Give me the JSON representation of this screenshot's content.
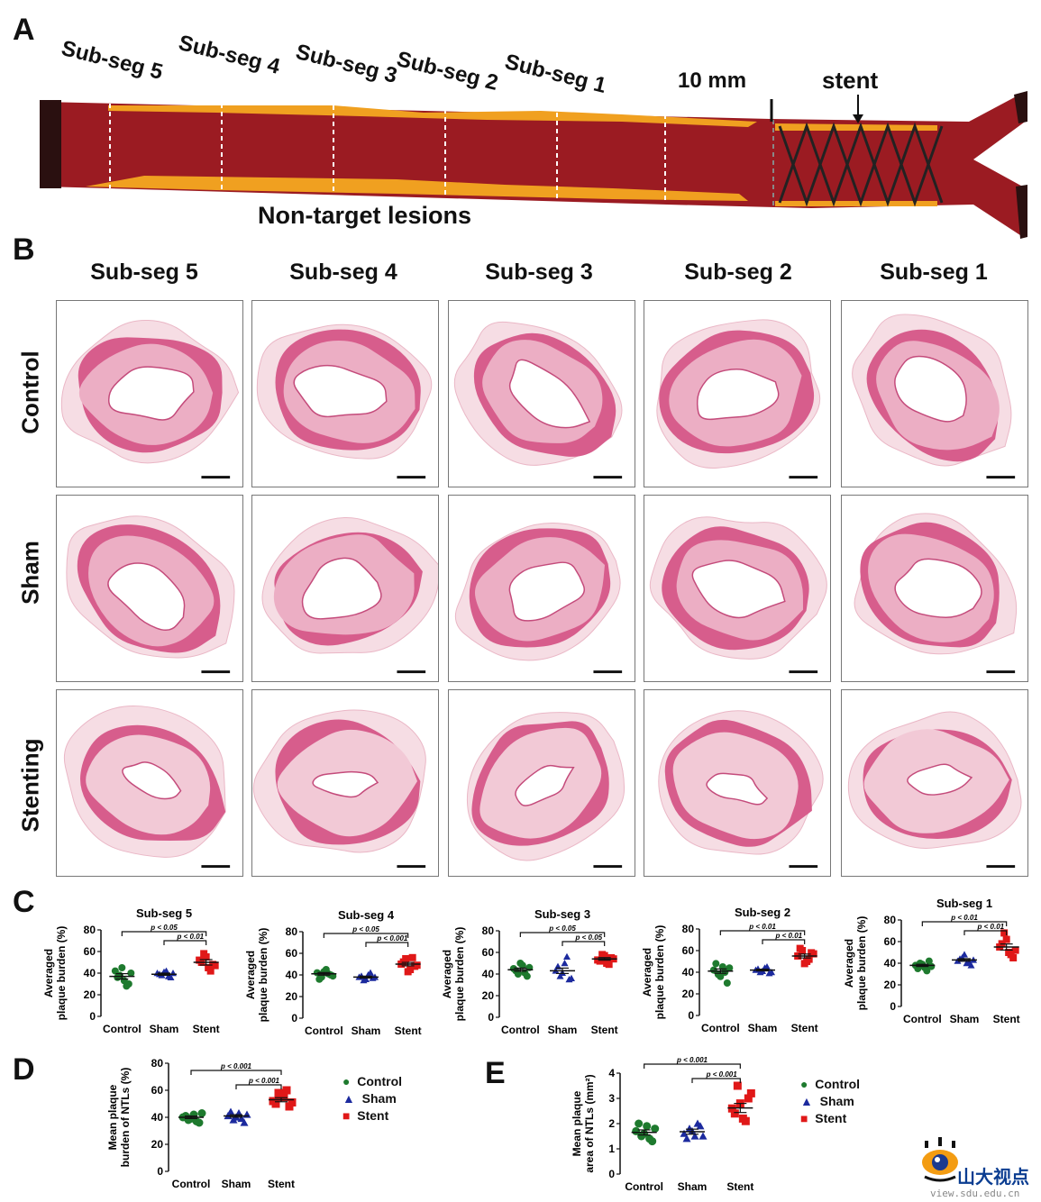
{
  "panelA": {
    "letter": "A",
    "subsegs": [
      "Sub-seg 5",
      "Sub-seg 4",
      "Sub-seg 3",
      "Sub-seg 2",
      "Sub-seg 1"
    ],
    "length_label": "10 mm",
    "stent_label": "stent",
    "lesions_label": "Non-target lesions",
    "colors": {
      "vessel": "#9b1b22",
      "plaque": "#f0a020",
      "stent": "#222222"
    }
  },
  "panelB": {
    "letter": "B",
    "columns": [
      "Sub-seg 5",
      "Sub-seg 4",
      "Sub-seg 3",
      "Sub-seg 2",
      "Sub-seg 1"
    ],
    "rows": [
      "Control",
      "Sham",
      "Stenting"
    ]
  },
  "panelC": {
    "letter": "C",
    "groups": [
      "Control",
      "Sham",
      "Stent"
    ],
    "ylabel_line1": "Averaged",
    "ylabel_line2": "plaque burden (%)",
    "charts": [
      {
        "title": "Sub-seg 5",
        "sig_outer": "p < 0.05",
        "sig_inner": "p < 0.01"
      },
      {
        "title": "Sub-seg 4",
        "sig_outer": "p < 0.05",
        "sig_inner": "p < 0.001"
      },
      {
        "title": "Sub-seg 3",
        "sig_outer": "p < 0.05",
        "sig_inner": "p < 0.05"
      },
      {
        "title": "Sub-seg 2",
        "sig_outer": "p < 0.01",
        "sig_inner": "p < 0.01"
      },
      {
        "title": "Sub-seg 1",
        "sig_outer": "p < 0.01",
        "sig_inner": "p < 0.01"
      }
    ]
  },
  "panelD": {
    "letter": "D",
    "ylabel_line1": "Mean plaque",
    "ylabel_line2": "burden of NTLs (%)",
    "sig_outer": "p < 0.001",
    "sig_inner": "p < 0.001",
    "legend": [
      "Control",
      "Sham",
      "Stent"
    ]
  },
  "panelE": {
    "letter": "E",
    "ylabel_line1": "Mean plaque",
    "ylabel_line2": "area of NTLs (mm²)",
    "sig_outer": "p < 0.001",
    "sig_inner": "p < 0.001",
    "legend": [
      "Control",
      "Sham",
      "Stent"
    ]
  },
  "colors": {
    "control": "#1e7a2e",
    "sham": "#1c2a9e",
    "stent": "#e01818"
  },
  "logo": {
    "text": "山大视点",
    "url": "view.sdu.edu.cn"
  },
  "chart_data": [
    {
      "type": "scatter",
      "title": "Sub-seg 5",
      "categories": [
        "Control",
        "Sham",
        "Stent"
      ],
      "ylim": [
        0,
        80
      ],
      "ylabel": "Averaged plaque burden (%)",
      "series": [
        {
          "name": "Control",
          "values": [
            42,
            38,
            33,
            30,
            36,
            45,
            28,
            40
          ],
          "mean": 37,
          "sem": 2.5
        },
        {
          "name": "Sham",
          "values": [
            40,
            38,
            42,
            36,
            39,
            41,
            37,
            40
          ],
          "mean": 39,
          "sem": 1.0
        },
        {
          "name": "Stent",
          "values": [
            52,
            58,
            45,
            48,
            50,
            55,
            42,
            47
          ],
          "mean": 50,
          "sem": 2.5
        }
      ]
    },
    {
      "type": "scatter",
      "title": "Sub-seg 4",
      "categories": [
        "Control",
        "Sham",
        "Stent"
      ],
      "ylim": [
        0,
        80
      ],
      "ylabel": "Averaged plaque burden (%)",
      "series": [
        {
          "name": "Control",
          "values": [
            42,
            38,
            45,
            40,
            36,
            43,
            41,
            39
          ],
          "mean": 41,
          "sem": 1.2
        },
        {
          "name": "Sham",
          "values": [
            38,
            35,
            40,
            37,
            39,
            36,
            42,
            38
          ],
          "mean": 38,
          "sem": 0.9
        },
        {
          "name": "Stent",
          "values": [
            50,
            55,
            45,
            48,
            52,
            43,
            56,
            49
          ],
          "mean": 50,
          "sem": 1.6
        }
      ]
    },
    {
      "type": "scatter",
      "title": "Sub-seg 3",
      "categories": [
        "Control",
        "Sham",
        "Stent"
      ],
      "ylim": [
        0,
        80
      ],
      "ylabel": "Averaged plaque burden (%)",
      "series": [
        {
          "name": "Control",
          "values": [
            45,
            40,
            48,
            38,
            43,
            50,
            41,
            46
          ],
          "mean": 44,
          "sem": 1.5
        },
        {
          "name": "Sham",
          "values": [
            43,
            38,
            50,
            35,
            47,
            41,
            56,
            36
          ],
          "mean": 43,
          "sem": 2.5
        },
        {
          "name": "Stent",
          "values": [
            53,
            58,
            50,
            55,
            52,
            57,
            49,
            54
          ],
          "mean": 54,
          "sem": 1.2
        }
      ]
    },
    {
      "type": "scatter",
      "title": "Sub-seg 2",
      "categories": [
        "Control",
        "Sham",
        "Stent"
      ],
      "ylim": [
        0,
        80
      ],
      "ylabel": "Averaged plaque burden (%)",
      "series": [
        {
          "name": "Control",
          "values": [
            42,
            38,
            45,
            30,
            48,
            36,
            40,
            44
          ],
          "mean": 41,
          "sem": 2.0
        },
        {
          "name": "Sham",
          "values": [
            42,
            40,
            44,
            39,
            43,
            41,
            45,
            40
          ],
          "mean": 42,
          "sem": 0.8
        },
        {
          "name": "Stent",
          "values": [
            55,
            60,
            50,
            58,
            62,
            48,
            52,
            57
          ],
          "mean": 55,
          "sem": 1.8
        }
      ]
    },
    {
      "type": "scatter",
      "title": "Sub-seg 1",
      "categories": [
        "Control",
        "Sham",
        "Stent"
      ],
      "ylim": [
        0,
        80
      ],
      "ylabel": "Averaged plaque burden (%)",
      "series": [
        {
          "name": "Control",
          "values": [
            38,
            40,
            36,
            42,
            35,
            39,
            33,
            37
          ],
          "mean": 38,
          "sem": 1.0
        },
        {
          "name": "Sham",
          "values": [
            42,
            45,
            40,
            38,
            44,
            48,
            41,
            43
          ],
          "mean": 43,
          "sem": 1.2
        },
        {
          "name": "Stent",
          "values": [
            55,
            68,
            50,
            45,
            58,
            62,
            48,
            52
          ],
          "mean": 55,
          "sem": 2.8
        }
      ]
    },
    {
      "type": "scatter",
      "title": "",
      "categories": [
        "Control",
        "Sham",
        "Stent"
      ],
      "ylim": [
        0,
        80
      ],
      "ylabel": "Mean plaque burden of NTLs (%)",
      "series": [
        {
          "name": "Control",
          "values": [
            40,
            38,
            42,
            36,
            41,
            39,
            37,
            43
          ],
          "mean": 40,
          "sem": 0.9
        },
        {
          "name": "Sham",
          "values": [
            41,
            38,
            43,
            36,
            44,
            40,
            39,
            42
          ],
          "mean": 41,
          "sem": 0.9
        },
        {
          "name": "Stent",
          "values": [
            52,
            58,
            55,
            48,
            50,
            56,
            60,
            51
          ],
          "mean": 53,
          "sem": 1.5
        }
      ]
    },
    {
      "type": "scatter",
      "title": "",
      "categories": [
        "Control",
        "Sham",
        "Stent"
      ],
      "ylim": [
        0,
        4
      ],
      "ylabel": "Mean plaque area of NTLs (mm²)",
      "series": [
        {
          "name": "Control",
          "values": [
            1.7,
            1.5,
            1.9,
            1.3,
            2.0,
            1.6,
            1.4,
            1.8
          ],
          "mean": 1.65,
          "sem": 0.1
        },
        {
          "name": "Sham",
          "values": [
            1.6,
            1.8,
            1.5,
            1.9,
            1.4,
            1.7,
            2.0,
            1.5
          ],
          "mean": 1.68,
          "sem": 0.1
        },
        {
          "name": "Stent",
          "values": [
            2.6,
            3.5,
            2.2,
            3.0,
            2.4,
            2.8,
            2.1,
            3.2
          ],
          "mean": 2.62,
          "sem": 0.18
        }
      ]
    }
  ]
}
